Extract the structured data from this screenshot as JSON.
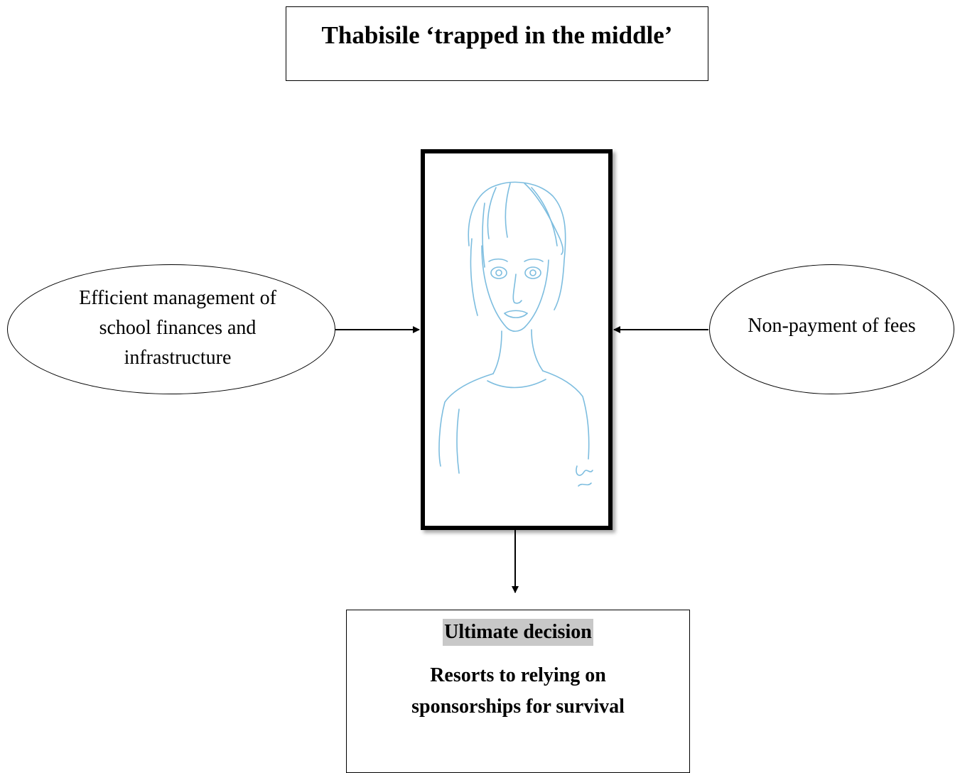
{
  "title": "Thabisile ‘trapped in the middle’",
  "left_ellipse": {
    "text": "Efficient management of school finances and infrastructure"
  },
  "right_ellipse": {
    "text": "Non-payment of fees"
  },
  "portrait": {
    "description_icon": "woman-sketch-icon",
    "sketch_color": "#6fb6dc"
  },
  "decision": {
    "heading": "Ultimate decision",
    "text": "Resorts to relying on sponsorships for survival"
  }
}
